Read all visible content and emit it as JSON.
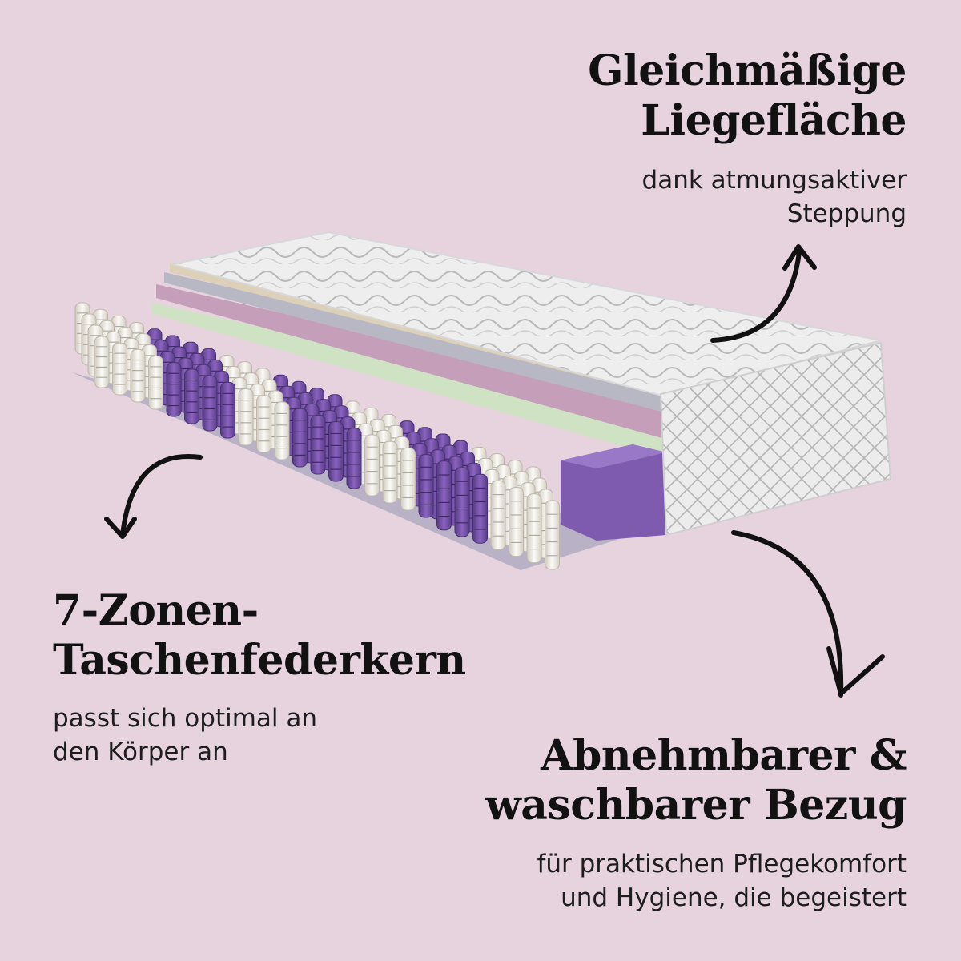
{
  "background_color": "#e6d3de",
  "accent_color": "#6d4a9a",
  "features": {
    "surface": {
      "title_lines": [
        "Gleichmäßige",
        "Liegefläche"
      ],
      "text_lines": [
        "dank atmungsaktiver",
        "Steppung"
      ]
    },
    "core": {
      "title_lines": [
        "7-Zonen-",
        "Taschenfederkern"
      ],
      "text_lines": [
        "passt sich optimal an",
        "den Körper an"
      ]
    },
    "cover": {
      "title_lines": [
        "Abnehmbarer &",
        "waschbarer Bezug"
      ],
      "text_lines": [
        "für praktischen Pflegekomfort",
        "und Hygiene, die begeistert"
      ]
    }
  }
}
